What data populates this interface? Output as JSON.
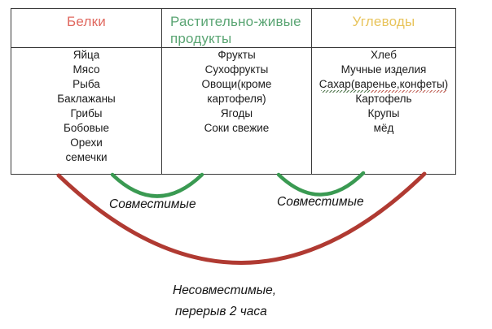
{
  "table": {
    "columns": [
      {
        "key": "proteins",
        "header": "Белки",
        "header_color": "#e0685f",
        "items": [
          "Яйца",
          "Мясо",
          "Рыба",
          "Баклажаны",
          "Грибы",
          "Бобовые",
          "Орехи",
          "семечки"
        ]
      },
      {
        "key": "plants",
        "header": "Растительно-живые продукты",
        "header_color": "#5aa573",
        "items": [
          "Фрукты",
          "Сухофрукты",
          "Овощи(кроме",
          "картофеля)",
          "Ягоды",
          "Соки свежие"
        ]
      },
      {
        "key": "carbs",
        "header": "Углеводы",
        "header_color": "#e8c45c",
        "items": [
          "Хлеб",
          "Мучные изделия",
          "Сахар(варенье,конфеты)",
          "Картофель",
          "Крупы",
          "мёд"
        ]
      }
    ]
  },
  "annotations": {
    "compatible_left": "Совместимые",
    "compatible_right": "Совместимые",
    "incompatible_line1": "Несовместимые,",
    "incompatible_line2": "перерыв 2 часа",
    "green_color": "#3a9a52",
    "red_color": "#b03a32"
  }
}
